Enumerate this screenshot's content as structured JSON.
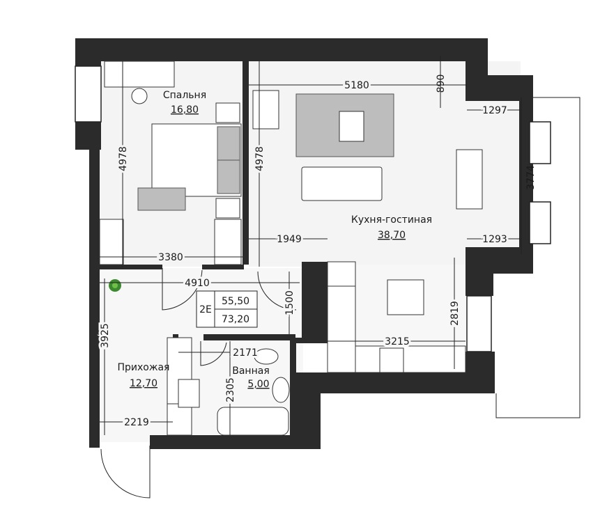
{
  "plan_type": "2E",
  "area_living": "55,50",
  "area_total": "73,20",
  "rooms": {
    "bedroom": {
      "name": "Спальня",
      "area": "16,80"
    },
    "kitchen_living": {
      "name": "Кухня-гостиная",
      "area": "38,70"
    },
    "hallway": {
      "name": "Прихожая",
      "area": "12,70"
    },
    "bathroom": {
      "name": "Ванная",
      "area": "5,00"
    }
  },
  "dimensions": {
    "living_width": "5180",
    "balcony_offset": "890",
    "dining_top": "1297",
    "dining_height": "3774",
    "dining_bottom": "1293",
    "bedroom_length": "4978",
    "living_length": "4978",
    "living_partial": "1949",
    "bedroom_width": "3380",
    "corridor_width": "4910",
    "corridor_depth": "1500",
    "kitchen_depth": "2819",
    "kitchen_width": "3215",
    "bath_width": "2171",
    "hallway_length": "3925",
    "bath_length": "2305",
    "hallway_width": "2219"
  },
  "colors": {
    "wall": "#2b2b2b",
    "floor": "#f4f4f4",
    "furniture_accent": "#bdbdbd",
    "plant": "#3d8a2e"
  }
}
